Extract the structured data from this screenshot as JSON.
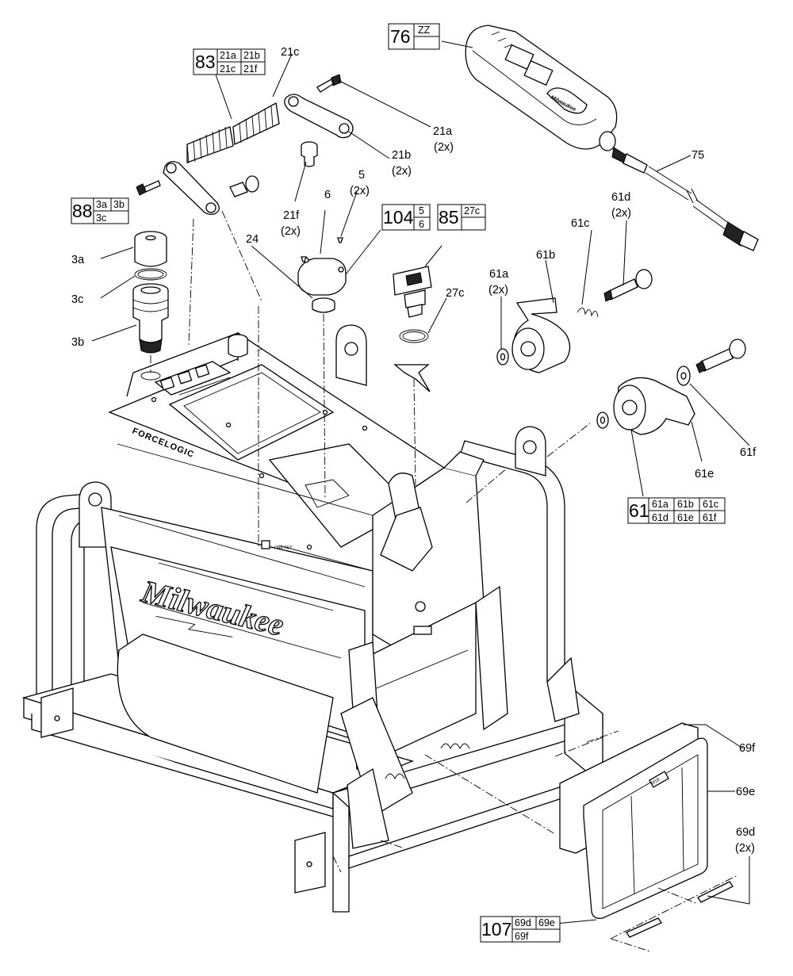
{
  "callouts": [
    {
      "id": "21c",
      "text": "21c"
    },
    {
      "id": "21a",
      "text": "21a",
      "sub": "(2x)"
    },
    {
      "id": "21b",
      "text": "21b",
      "sub": "(2x)"
    },
    {
      "id": "21f",
      "text": "21f",
      "sub": "(2x)"
    },
    {
      "id": "5",
      "text": "5",
      "sub": "(2x)"
    },
    {
      "id": "6",
      "text": "6"
    },
    {
      "id": "24",
      "text": "24"
    },
    {
      "id": "3a",
      "text": "3a"
    },
    {
      "id": "3c",
      "text": "3c"
    },
    {
      "id": "3b",
      "text": "3b"
    },
    {
      "id": "27c",
      "text": "27c"
    },
    {
      "id": "75",
      "text": "75"
    },
    {
      "id": "61a",
      "text": "61a",
      "sub": "(2x)"
    },
    {
      "id": "61b",
      "text": "61b"
    },
    {
      "id": "61c",
      "text": "61c"
    },
    {
      "id": "61d",
      "text": "61d",
      "sub": "(2x)"
    },
    {
      "id": "61e",
      "text": "61e"
    },
    {
      "id": "61f",
      "text": "61f"
    },
    {
      "id": "69f",
      "text": "69f"
    },
    {
      "id": "69e",
      "text": "69e"
    },
    {
      "id": "69d",
      "text": "69d",
      "sub": "(2x)"
    }
  ],
  "kits": [
    {
      "id": "83",
      "number": "83",
      "parts": [
        "21a",
        "21b",
        "21c",
        "21f"
      ]
    },
    {
      "id": "88",
      "number": "88",
      "parts": [
        "3a",
        "3b",
        "3c",
        ""
      ]
    },
    {
      "id": "104",
      "number": "104",
      "parts": [
        "5",
        "6"
      ]
    },
    {
      "id": "85",
      "number": "85",
      "parts": [
        "27c",
        ""
      ]
    },
    {
      "id": "76",
      "number": "76",
      "parts": [
        "ZZ",
        ""
      ]
    },
    {
      "id": "61",
      "number": "61",
      "parts": [
        "61a",
        "61b",
        "61c",
        "61d",
        "61e",
        "61f"
      ]
    },
    {
      "id": "107",
      "number": "107",
      "parts": [
        "69d",
        "69e",
        "69f",
        ""
      ]
    }
  ],
  "branding": {
    "logo": "Milwaukee",
    "product_line": "FORCELOGIC",
    "connect_mark": "ONE-KEY",
    "remote_mark": "Milwaukee",
    "cover_mark": "M18"
  },
  "colors": {
    "line": "#000000",
    "background": "#ffffff",
    "shade": "#e9e9e9"
  }
}
